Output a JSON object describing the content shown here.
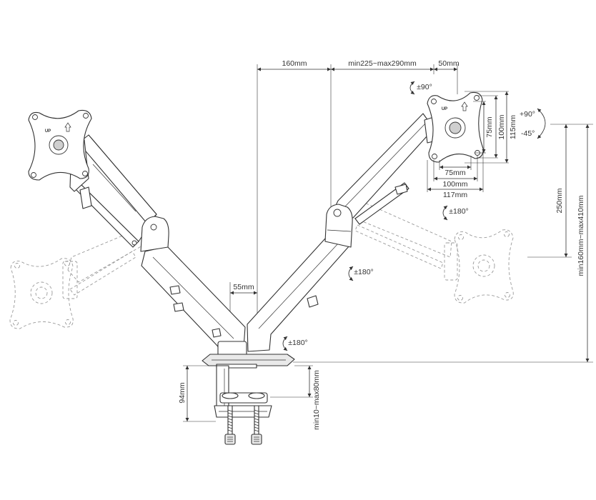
{
  "diagram": {
    "top_dimensions": {
      "arm_spacing": "160mm",
      "arm_extension": "min225~max290mm",
      "mount_offset": "50mm"
    },
    "swivel": "±90°",
    "vesa_vertical": [
      "75mm",
      "100mm",
      "115mm"
    ],
    "vesa_horizontal": [
      "75mm",
      "100mm",
      "117mm"
    ],
    "tilt": {
      "up": "+90°",
      "down": "-45°"
    },
    "rotations": [
      "±180°",
      "±180°",
      "±180°"
    ],
    "height_adjust": "250mm",
    "height_range": "min160mm~max410mm",
    "pole_offset": "55mm",
    "clamp_height": "94mm",
    "desk_thickness": "min10~max80mm",
    "plate_label": "UP"
  },
  "colors": {
    "line": "#333333",
    "ghost_line": "#9a9a9a",
    "background": "#ffffff"
  }
}
